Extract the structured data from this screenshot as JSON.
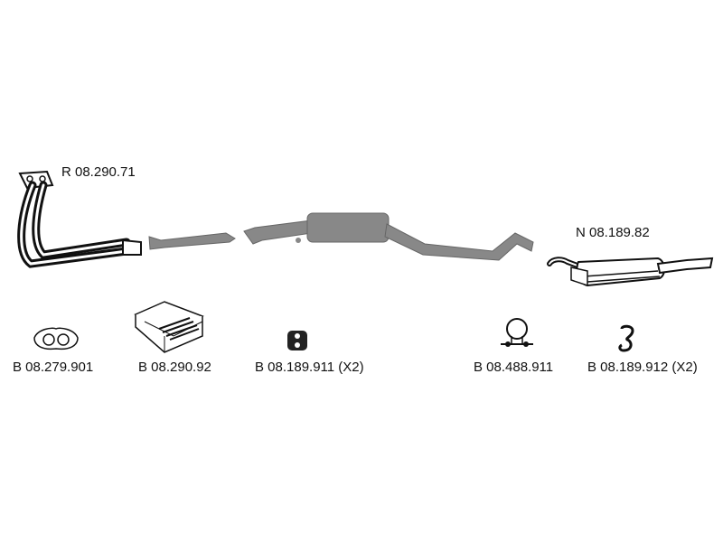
{
  "diagram": {
    "main_parts": {
      "front_pipe": "R 08.290.71",
      "rear_silencer": "N 08.189.82"
    },
    "accessories": [
      "B 08.279.901",
      "B 08.290.92",
      "B 08.189.911 (X2)",
      "B 08.488.911",
      "B 08.189.912 (X2)"
    ]
  }
}
